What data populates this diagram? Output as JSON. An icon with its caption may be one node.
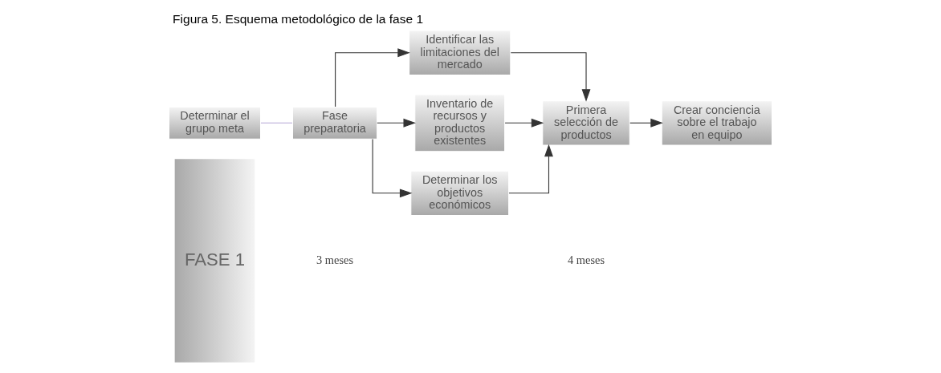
{
  "diagram": {
    "title": "Figura 5. Esquema metodológico de la fase 1",
    "nodes": [
      {
        "text": [
          "FASE 1"
        ]
      },
      {
        "text": [
          "Determinar el grupo meta"
        ]
      },
      {
        "text": [
          "Fase preparatoria"
        ]
      },
      {
        "text": [
          "Identificar las limitaciones del mercado"
        ]
      },
      {
        "text": [
          "Inventario de recursos y productos existentes"
        ]
      },
      {
        "text": [
          "Determinar los objetivos económicos"
        ]
      },
      {
        "text": [
          "Primera selección de productos"
        ]
      },
      {
        "text": [
          "Crear conciencia sobre el trabajo en equipo"
        ]
      }
    ],
    "edges": [
      {
        "from": 1,
        "to": 2,
        "arrow": "none",
        "color": "#b4a6d6"
      },
      {
        "from": 2,
        "to": 3,
        "arrow": "to"
      },
      {
        "from": 2,
        "to": 4,
        "arrow": "to"
      },
      {
        "from": 2,
        "to": 5,
        "arrow": "to"
      },
      {
        "from": 3,
        "to": 6,
        "arrow": "to"
      },
      {
        "from": 4,
        "to": 6,
        "arrow": "to"
      },
      {
        "from": 5,
        "to": 6,
        "arrow": "to"
      },
      {
        "from": 6,
        "to": 7,
        "arrow": "to"
      }
    ],
    "labels": [
      "3 meses",
      "4 meses"
    ]
  }
}
